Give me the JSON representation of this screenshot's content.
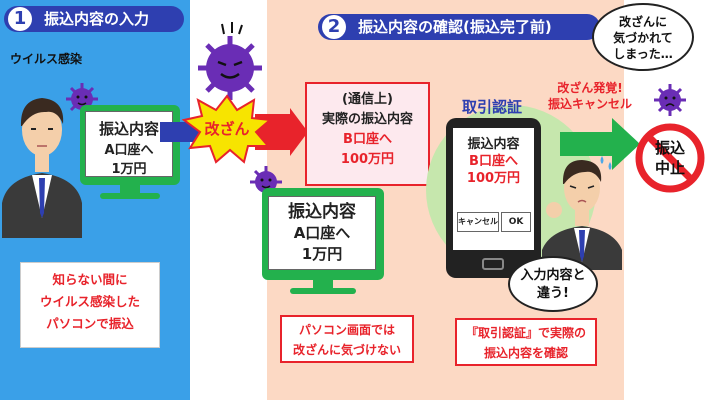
{
  "step1": {
    "number": "1",
    "title": "振込内容の入力",
    "virus_label": "ウイルス感染",
    "monitor": {
      "line1": "振込内容",
      "line2": "A口座へ",
      "line3": "1万円"
    },
    "note": {
      "line1": "知らない間に",
      "line2": "ウイルス感染した",
      "line3": "パソコンで振込"
    }
  },
  "tamper_label": "改ざん",
  "step2": {
    "number": "2",
    "title": "振込内容の確認(振込完了前)",
    "actual_card": {
      "line1": "(通信上)",
      "line2": "実際の振込内容",
      "line3": "B口座へ",
      "line4": "100万円"
    },
    "pc_monitor": {
      "line1": "振込内容",
      "line2": "A口座へ",
      "line3": "1万円"
    },
    "pc_note": {
      "line1": "パソコン画面では",
      "line2": "改ざんに気づけない"
    },
    "auth_label": "取引認証",
    "phone": {
      "line1": "振込内容",
      "line2": "B口座へ",
      "line3": "100万円",
      "cancel": "キャンセル",
      "ok": "OK"
    },
    "phone_callout": {
      "line1": "入力内容と",
      "line2": "違う!"
    },
    "auth_note": {
      "line1": "『取引認証』で実際の",
      "line2": "振込内容を確認"
    }
  },
  "result": {
    "detect_line1": "改ざん発覚!",
    "detect_line2": "振込キャンセル",
    "virus_thought": {
      "line1": "改ざんに",
      "line2": "気づかれて",
      "line3": "しまった…"
    },
    "stop_line1": "振込",
    "stop_line2": "中止"
  },
  "colors": {
    "blue_panel": "#3aa0e8",
    "peach_panel": "#fcd9c4",
    "header": "#2e3fb0",
    "green": "#23b14d",
    "red": "#e8232b",
    "virus": "#6a2db5"
  }
}
